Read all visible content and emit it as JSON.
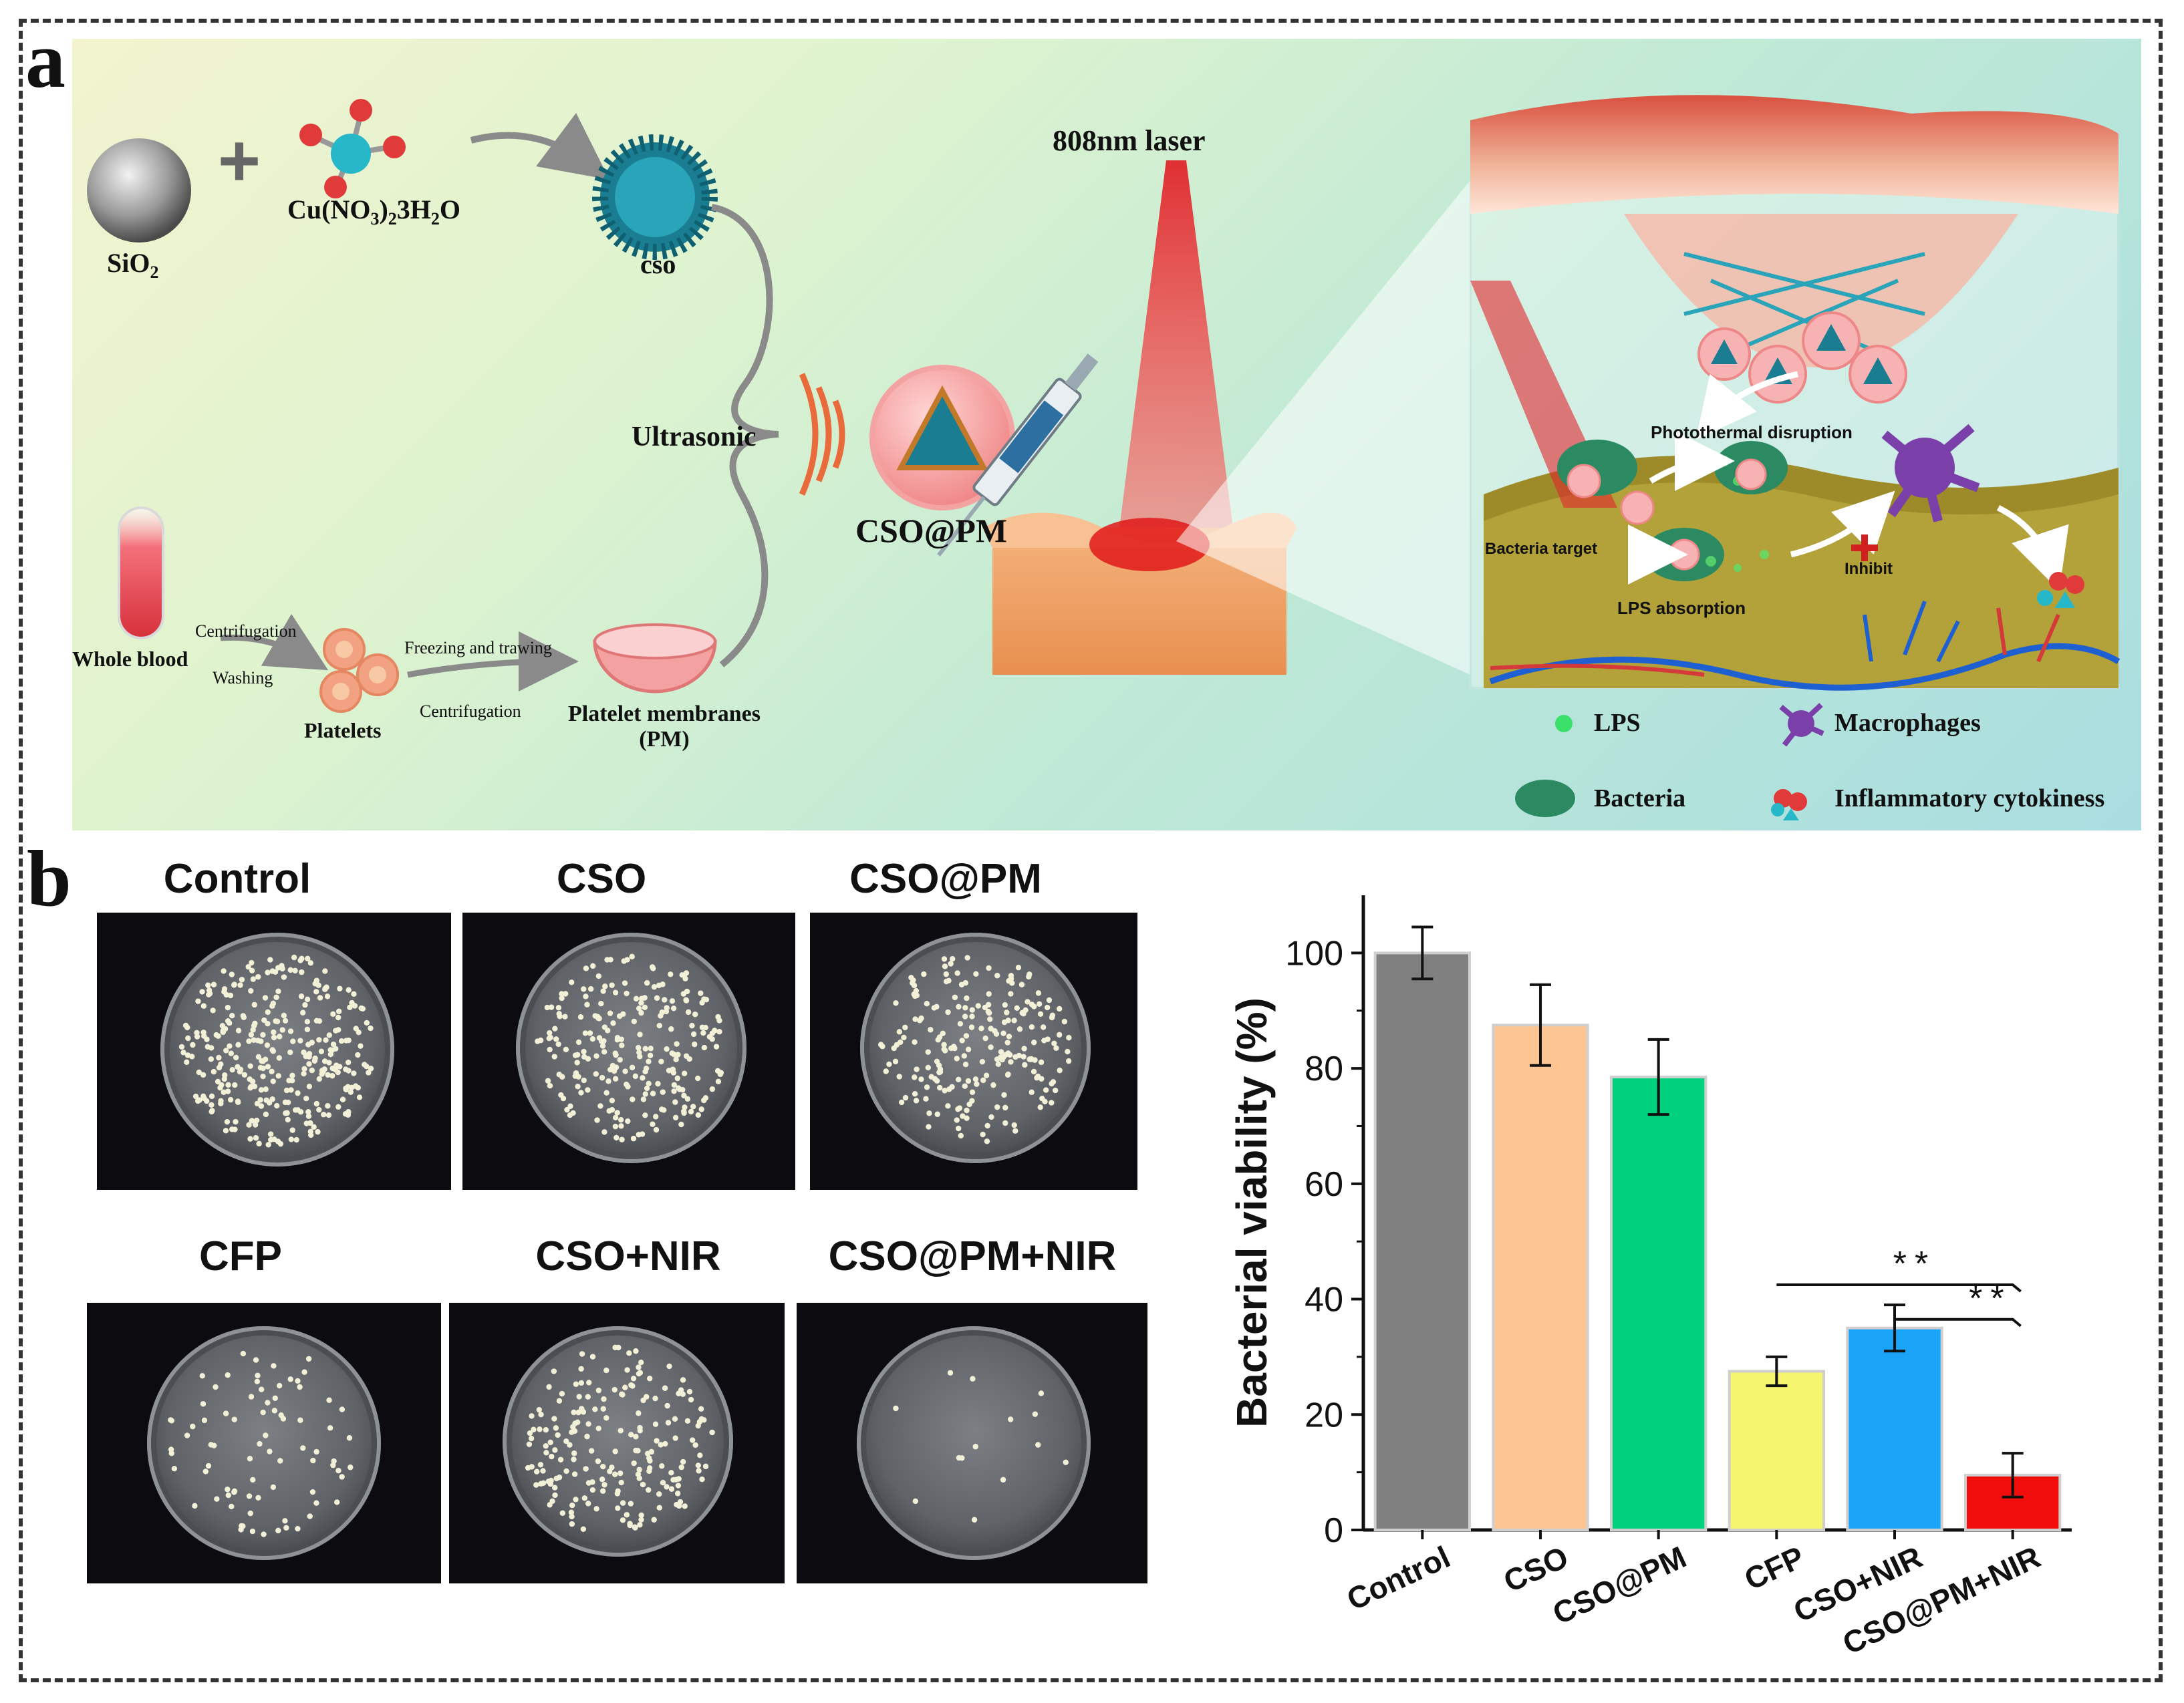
{
  "panel_a": {
    "letter": "a",
    "sio2": "SiO",
    "sio2_sub": "2",
    "plus": "+",
    "copper_salt": {
      "p1": "Cu(NO",
      "s1": "3",
      "p2": ")",
      "s2": "2",
      "p3": "3H",
      "s3": "2",
      "p4": "O"
    },
    "cso": "cso",
    "ultrasonic": "Ultrasonic",
    "laser": "808nm laser",
    "cso_pm": "CSO@PM",
    "whole_blood": "Whole blood",
    "centrifugation_1": "Centrifugation",
    "washing": "Washing",
    "platelets": "Platelets",
    "freezing": "Freezing and trawing",
    "centrifugation_2": "Centrifugation",
    "pm_line1": "Platelet membranes",
    "pm_line2": "(PM)",
    "photothermal": "Photothermal disruption",
    "bacteria_target": "Bacteria target",
    "inhibit": "Inhibit",
    "lps_absorption": "LPS absorption",
    "legend": {
      "lps": "LPS",
      "macrophages": "Macrophages",
      "bacteria": "Bacteria",
      "cytokines": "Inflammatory cytokiness"
    }
  },
  "panel_b": {
    "letter": "b",
    "plates": [
      {
        "label": "Control",
        "colonies": 320
      },
      {
        "label": "CSO",
        "colonies": 240
      },
      {
        "label": "CSO@PM",
        "colonies": 220
      },
      {
        "label": "CFP",
        "colonies": 80
      },
      {
        "label": "CSO+NIR",
        "colonies": 200
      },
      {
        "label": "CSO@PM+NIR",
        "colonies": 14
      }
    ]
  },
  "chart_data": {
    "type": "bar",
    "categories": [
      "Control",
      "CSO",
      "CSO@PM",
      "CFP",
      "CSO+NIR",
      "CSO@PM+NIR"
    ],
    "values": [
      100,
      87.5,
      78.5,
      27.5,
      35,
      9.5
    ],
    "errors": [
      4.5,
      7,
      6.5,
      2.5,
      4,
      3.8
    ],
    "colors": [
      "#808080",
      "#fdc592",
      "#00d17f",
      "#f6f56e",
      "#1aa3f7",
      "#f20d0d"
    ],
    "ylabel": "Bacterial viability (%)",
    "xlabel": "",
    "ylim": [
      0,
      110
    ],
    "yticks": [
      0,
      20,
      40,
      60,
      80,
      100
    ],
    "grid": false,
    "significance": [
      {
        "from": "CFP",
        "to": "CSO@PM+NIR",
        "label": "**"
      },
      {
        "from": "CSO+NIR",
        "to": "CSO@PM+NIR",
        "label": "**"
      }
    ]
  }
}
